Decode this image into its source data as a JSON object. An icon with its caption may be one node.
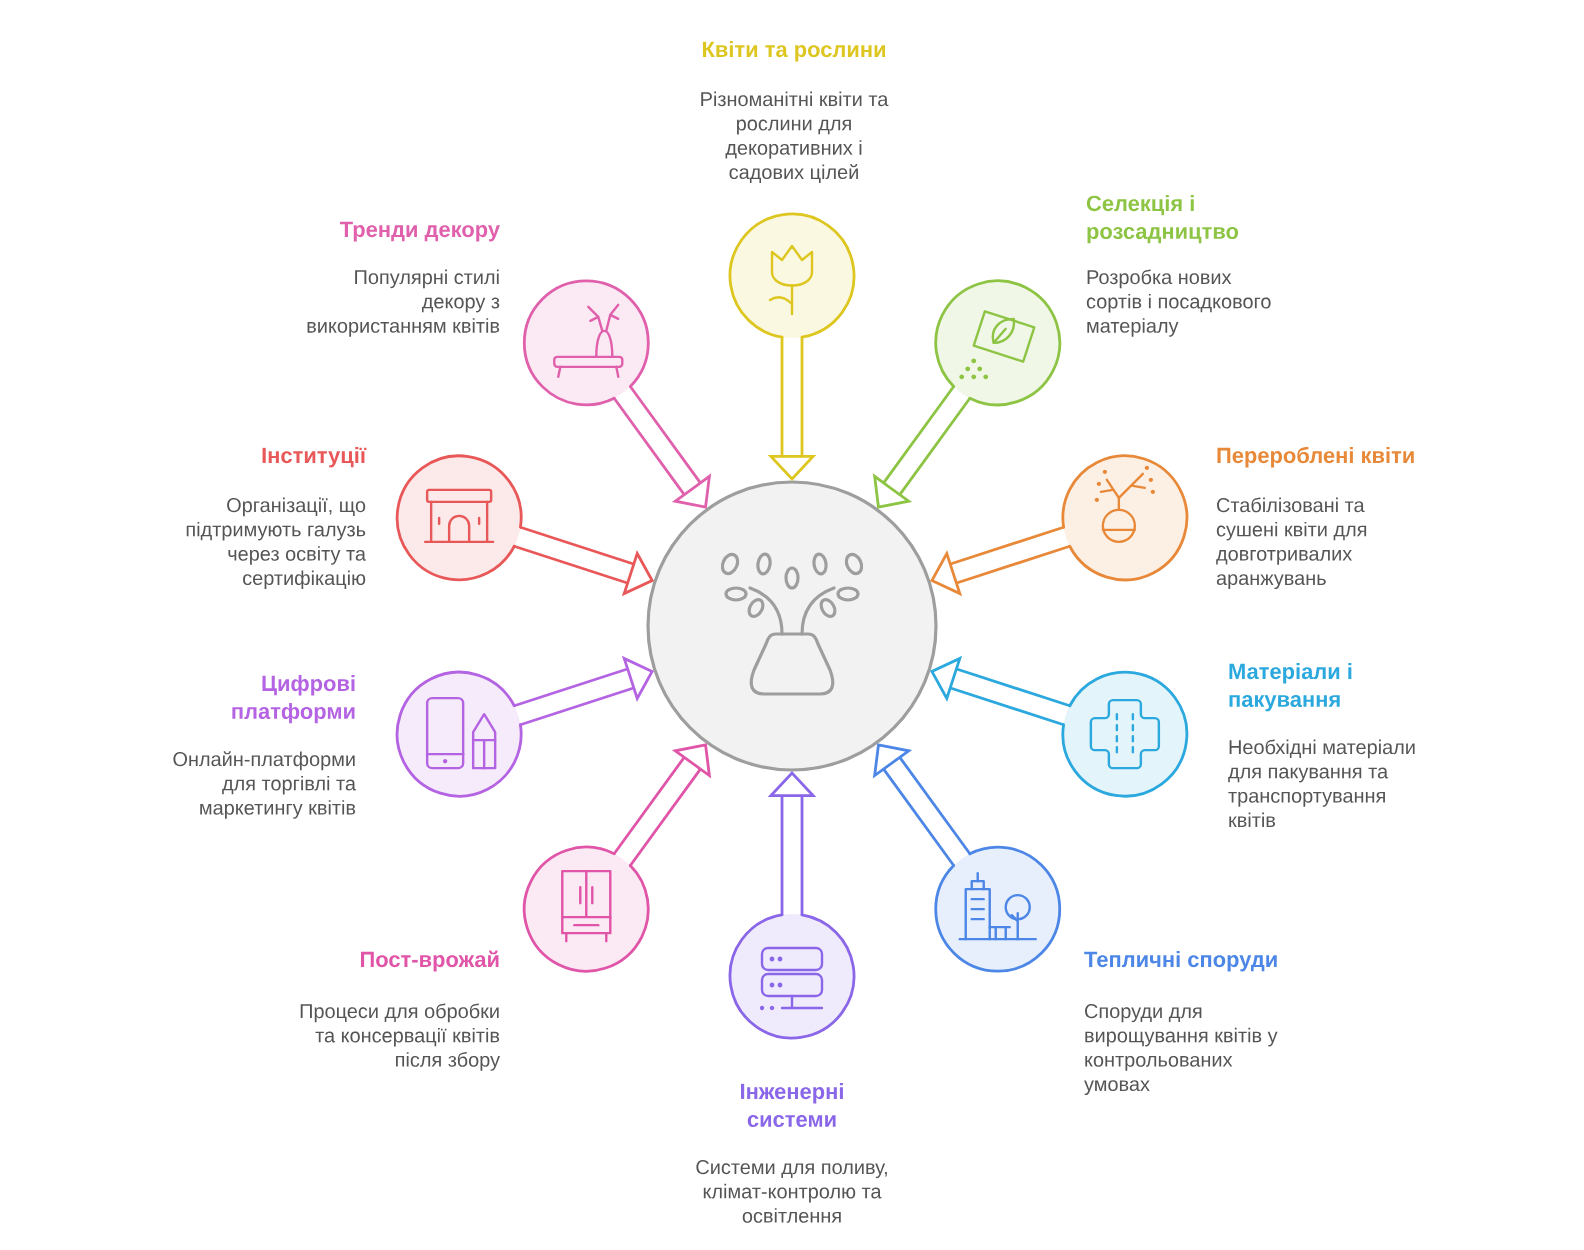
{
  "diagram": {
    "nodes": [
      {
        "text": [],
        "shape": "circle"
      },
      {
        "text": [
          "Квіти та рослини",
          "Різноманітні квіти та рослини для декоративних і садових цілей"
        ]
      },
      {
        "text": [
          "Селекція і розсадництво",
          "Розробка нових сортів і посадкового матеріалу"
        ]
      },
      {
        "text": [
          "Перероблені квіти",
          "Стабілізовані та сушені квіти для довготривалих аранжувань"
        ]
      },
      {
        "text": [
          "Матеріали і пакування",
          "Необхідні матеріали для пакування та транспортування квітів"
        ]
      },
      {
        "text": [
          "Тепличні споруди",
          "Споруди для вирощування квітів у контрольованих умовах"
        ]
      },
      {
        "text": [
          "Інженерні системи",
          "Системи для поливу, клімат-контролю та освітлення"
        ]
      },
      {
        "text": [
          "Пост-врожай",
          "Процеси для обробки та консервації квітів після збору"
        ]
      },
      {
        "text": [
          "Цифрові платформи",
          "Онлайн-платформи для торгівлі та маркетингу квітів"
        ]
      },
      {
        "text": [
          "Інституції",
          "Організації, що підтримують галузь через освіту та сертифікацію"
        ]
      },
      {
        "text": [
          "Тренди декору",
          "Популярні стилі декору з використанням квітів"
        ]
      }
    ],
    "edges": [
      {
        "from": 1,
        "to": 0,
        "arrow": "to",
        "color": "#ddc61f"
      },
      {
        "from": 2,
        "to": 0,
        "arrow": "to",
        "color": "#8dc444"
      },
      {
        "from": 3,
        "to": 0,
        "arrow": "to",
        "color": "#e8893a"
      },
      {
        "from": 4,
        "to": 0,
        "arrow": "to",
        "color": "#2ba8dd"
      },
      {
        "from": 5,
        "to": 0,
        "arrow": "to",
        "color": "#4c86e6"
      },
      {
        "from": 6,
        "to": 0,
        "arrow": "to",
        "color": "#8a66e8"
      },
      {
        "from": 7,
        "to": 0,
        "arrow": "to",
        "color": "#e055a8"
      },
      {
        "from": 8,
        "to": 0,
        "arrow": "to",
        "color": "#b463e2"
      },
      {
        "from": 9,
        "to": 0,
        "arrow": "to",
        "color": "#e85858"
      },
      {
        "from": 10,
        "to": 0,
        "arrow": "to",
        "color": "#e060ac"
      }
    ]
  }
}
